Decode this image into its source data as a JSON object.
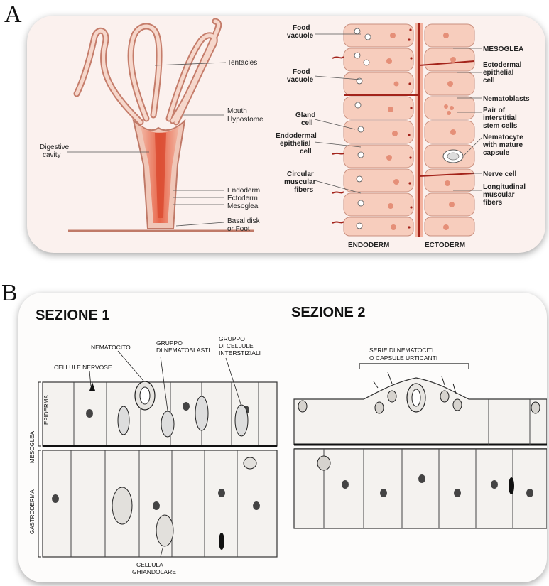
{
  "panel_a": {
    "letter": "A",
    "hydra_labels": {
      "tentacles": "Tentacles",
      "mouth": "Mouth",
      "hypostome": "Hypostome",
      "digestive_1": "Digestive",
      "digestive_2": "cavity",
      "endoderm": "Endoderm",
      "ectoderm": "Ectoderm",
      "mesoglea": "Mesoglea",
      "basal_1": "Basal disk",
      "basal_2": "or Foot"
    },
    "tissue_left_labels": {
      "food1_1": "Food",
      "food1_2": "vacuole",
      "food2_1": "Food",
      "food2_2": "vacuole",
      "gland_1": "Gland",
      "gland_2": "cell",
      "endo_1": "Endodermal",
      "endo_2": "epithelial",
      "endo_3": "cell",
      "circ_1": "Circular",
      "circ_2": "muscular",
      "circ_3": "fibers"
    },
    "tissue_right_labels": {
      "mesoglea": "MESOGLEA",
      "ecto_1": "Ectodermal",
      "ecto_2": "epithelial",
      "ecto_3": "cell",
      "nemato": "Nematoblasts",
      "pair_1": "Pair of",
      "pair_2": "interstitial",
      "pair_3": "stem cells",
      "nc_1": "Nematocyte",
      "nc_2": "with mature",
      "nc_3": "capsule",
      "nerve": "Nerve cell",
      "long_1": "Longitudinal",
      "long_2": "muscular",
      "long_3": "fibers"
    },
    "tissue_bottom": {
      "endoderm": "ENDODERM",
      "ectoderm": "ECTODERM"
    }
  },
  "panel_b": {
    "letter": "B",
    "section1_title": "SEZIONE 1",
    "section2_title": "SEZIONE 2",
    "labels": {
      "nematocito": "NEMATOCITO",
      "gruppo_nb_1": "GRUPPO",
      "gruppo_nb_2": "DI NEMATOBLASTI",
      "gruppo_ci_1": "GRUPPO",
      "gruppo_ci_2": "DI CELLULE",
      "gruppo_ci_3": "INTERSTIZIALI",
      "nervose": "CELLULE NERVOSE",
      "ghiand_1": "CELLULA",
      "ghiand_2": "GHIANDOLARE",
      "serie_1": "SERIE DI NEMATOCITI",
      "serie_2": "O CAPSULE URTICANTI",
      "epidermis": "EPIDERMA",
      "mesoglea": "MESOGLEA",
      "gastroderm": "GASTRODERMA"
    }
  },
  "colors": {
    "tissue_fill": "#f7cdbd",
    "tissue_stroke": "#c98f7e",
    "body_red": "#e26a4c",
    "mesoglea_red": "#a3231a",
    "card_a_bg": "#fbf1ee"
  }
}
